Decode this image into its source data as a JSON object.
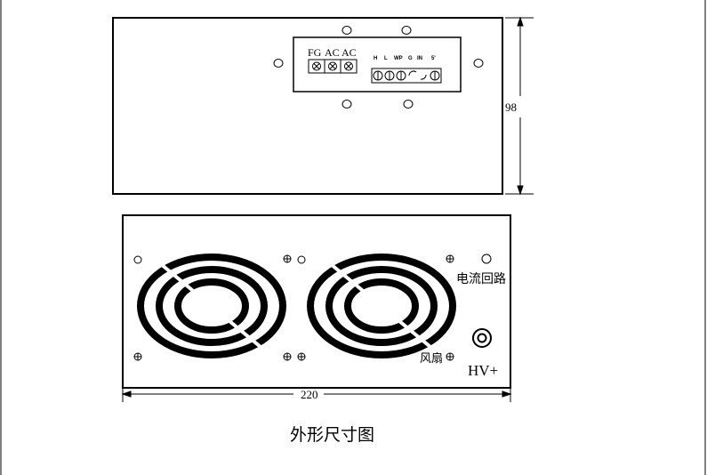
{
  "top_view": {
    "terminals_ac": [
      "FG",
      "AC",
      "AC"
    ],
    "terminals_signal": [
      "H",
      "L",
      "WP",
      "G",
      "IN",
      "5'"
    ],
    "height_dim": "98"
  },
  "front_view": {
    "current_loop_label": "电流回路",
    "fan_label": "风扇",
    "hv_label": "HV+",
    "width_dim": "220"
  },
  "caption": "外形尺寸图"
}
